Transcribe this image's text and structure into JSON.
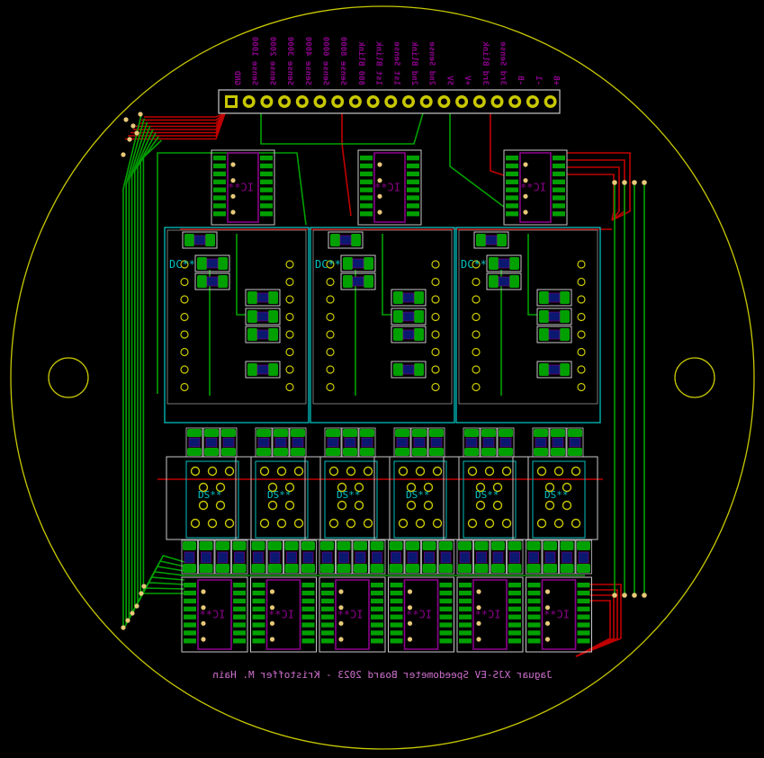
{
  "connector": {
    "pins": [
      "GND",
      "Sense 1000",
      "Sense 2000",
      "Sense 3000",
      "Sense 4000",
      "Sense 6000",
      "Sense 8000",
      "800 Blink",
      "1st Blink",
      "1st Sense",
      "2nd Blink",
      "2nd Sense",
      "5V",
      "+V",
      "3rd Blink",
      "3rd Sense",
      "-B",
      "-1",
      "+B"
    ]
  },
  "designators": {
    "ic": "IC**",
    "dc": "DC**",
    "ds": "DS**"
  },
  "footer": {
    "text": "Jaguar XJS-EV Speedometer Board 2023 - Kristoffer M. Hain"
  },
  "colors": {
    "background": "#000000",
    "edge": "#c8c800",
    "front_copper": "#c00000",
    "back_copper": "#00a000",
    "silk": "#c8c8c8",
    "fab": "#8a008a",
    "courtyard": "#00c0c0",
    "label": "#d070d0",
    "pad_hole": "#e8c878"
  }
}
